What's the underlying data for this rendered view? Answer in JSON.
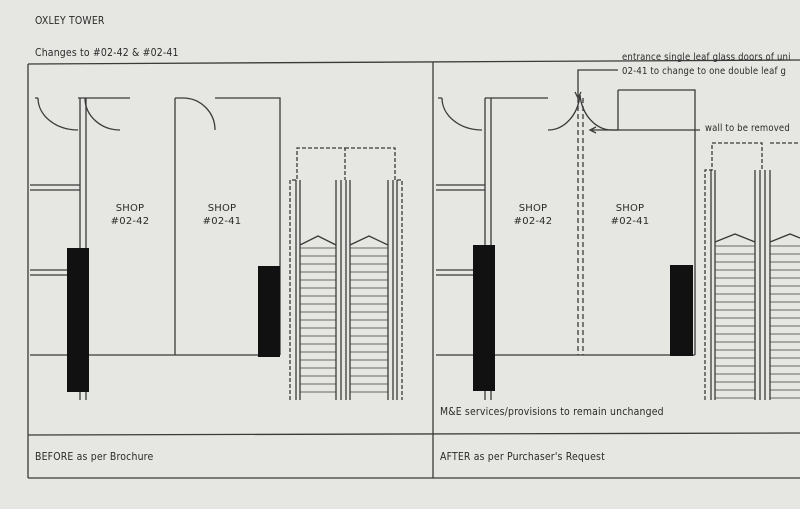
{
  "title": "OXLEY TOWER",
  "subtitle": "Changes to #02-42 & #02-41",
  "before": {
    "shops": [
      {
        "label": "SHOP",
        "unit": "#02-42"
      },
      {
        "label": "SHOP",
        "unit": "#02-41"
      }
    ],
    "caption": "BEFORE as per Brochure"
  },
  "after": {
    "shops": [
      {
        "label": "SHOP",
        "unit": "#02-42"
      },
      {
        "label": "SHOP",
        "unit": "#02-41"
      }
    ],
    "note_doors_line1": "entrance single leaf glass doors of uni",
    "note_doors_line2": "02-41 to change to one double leaf g",
    "note_wall": "wall to be removed",
    "note_services": "M&E services/provisions to remain unchanged",
    "caption": "AFTER as per Purchaser's Request"
  }
}
